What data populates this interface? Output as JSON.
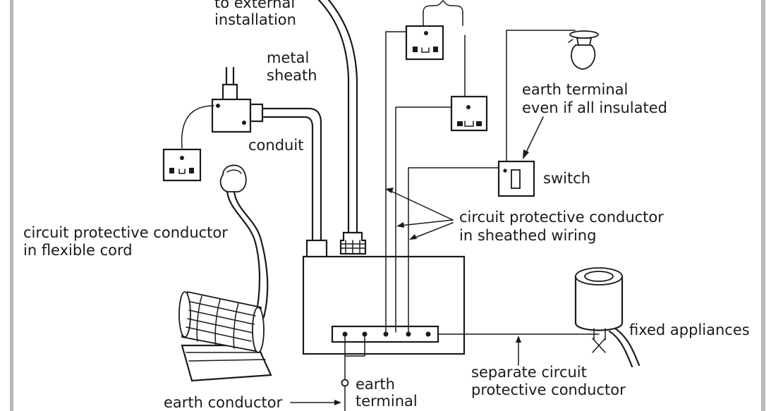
{
  "labels": {
    "external_line1": "to external",
    "external_line2": "installation",
    "metal_line1": "metal",
    "metal_line2": "sheath",
    "conduit": "conduit",
    "earth_term_line1": "earth terminal",
    "earth_term_line2": "even if all insulated",
    "switch": "switch",
    "cpc_sheathed_line1": "circuit protective conductor",
    "cpc_sheathed_line2": "in sheathed wiring",
    "cpc_flex_line1": "circuit protective conductor",
    "cpc_flex_line2": "in flexible cord",
    "fixed_appliances": "fixed appliances",
    "separate_line1": "separate circuit",
    "separate_line2": "protective conductor",
    "earth_conductor": "earth conductor",
    "main_earth_line1": "earth",
    "main_earth_line2": "terminal"
  },
  "colors": {
    "ink": "#1a1a1a",
    "frame": "#b8b8b8",
    "background": "#ffffff"
  }
}
